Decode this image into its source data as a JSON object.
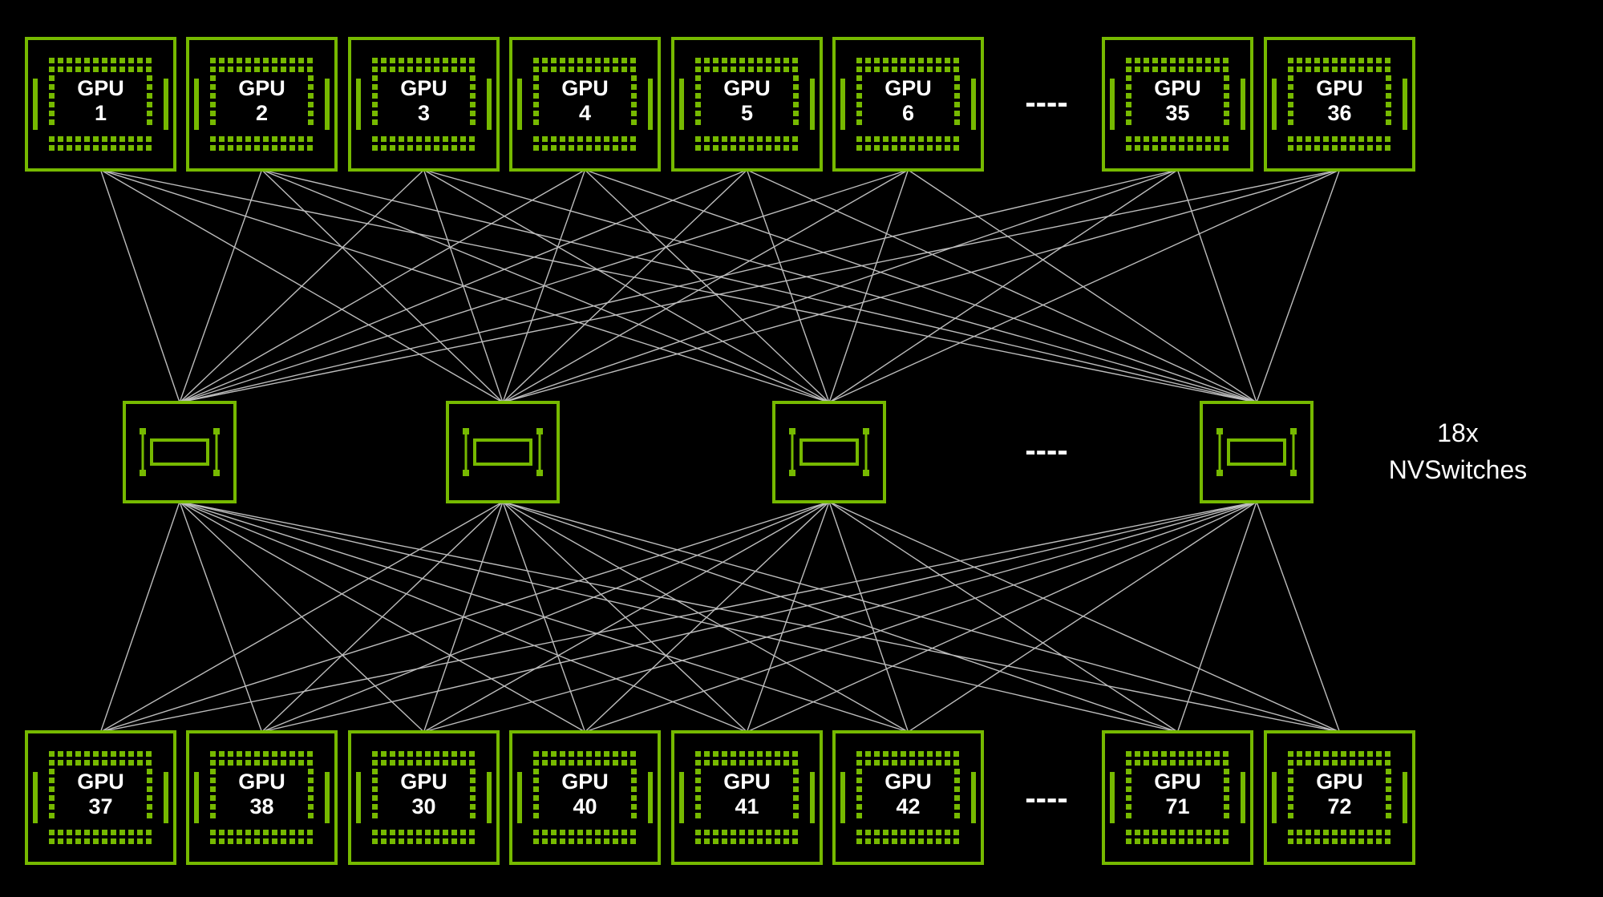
{
  "colors": {
    "accent": "#76b900",
    "link": "#bdbdbd",
    "background": "#000000",
    "text": "#ffffff"
  },
  "top_gpus": [
    {
      "label": "GPU",
      "number": "1"
    },
    {
      "label": "GPU",
      "number": "2"
    },
    {
      "label": "GPU",
      "number": "3"
    },
    {
      "label": "GPU",
      "number": "4"
    },
    {
      "label": "GPU",
      "number": "5"
    },
    {
      "label": "GPU",
      "number": "6"
    },
    {
      "label": "GPU",
      "number": "35"
    },
    {
      "label": "GPU",
      "number": "36"
    }
  ],
  "bottom_gpus": [
    {
      "label": "GPU",
      "number": "37"
    },
    {
      "label": "GPU",
      "number": "38"
    },
    {
      "label": "GPU",
      "number": "30"
    },
    {
      "label": "GPU",
      "number": "40"
    },
    {
      "label": "GPU",
      "number": "41"
    },
    {
      "label": "GPU",
      "number": "42"
    },
    {
      "label": "GPU",
      "number": "71"
    },
    {
      "label": "GPU",
      "number": "72"
    }
  ],
  "switch_count": 4,
  "ellipsis": "----",
  "switch_caption": {
    "line1": "18x",
    "line2": "NVSwitches"
  },
  "icons": {
    "gpu": "gpu-chip-icon",
    "switch": "nvswitch-icon"
  }
}
